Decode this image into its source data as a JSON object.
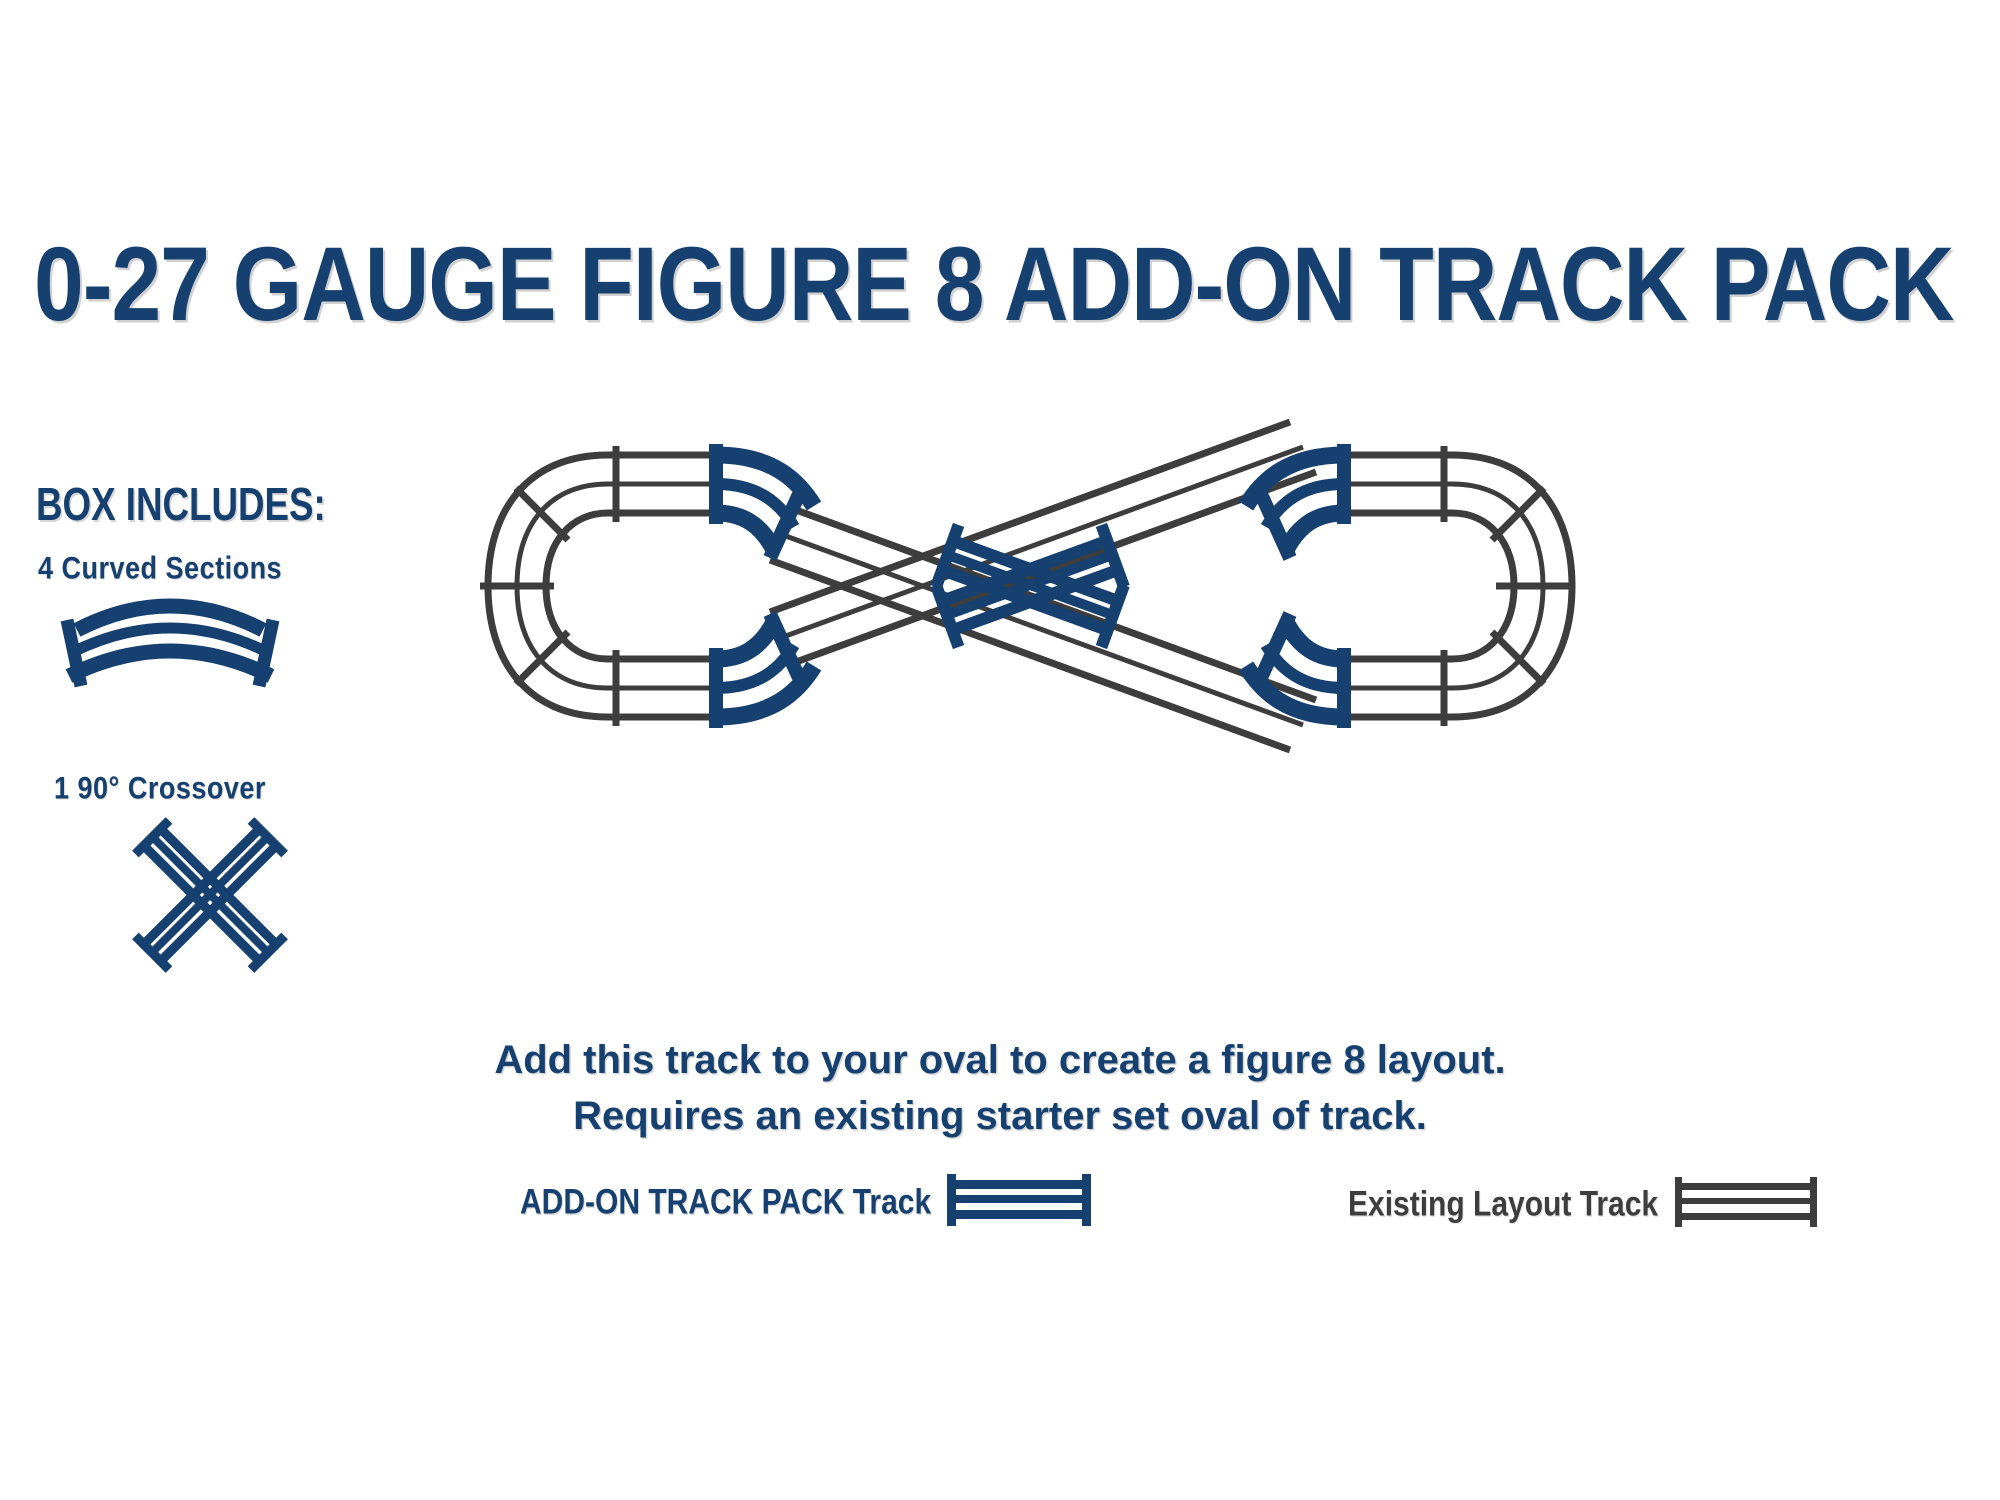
{
  "title": "0-27 GAUGE FIGURE 8 ADD-ON TRACK PACK",
  "sidebar": {
    "heading": "BOX INCLUDES:",
    "items": [
      {
        "label": "4 Curved Sections",
        "icon": "curved-track-section-icon"
      },
      {
        "label": "1 90° Crossover",
        "icon": "crossover-track-icon"
      }
    ]
  },
  "caption": {
    "line1": "Add this track to your oval to create a figure 8 layout.",
    "line2": "Requires an existing starter set oval of track."
  },
  "legend": {
    "addon": {
      "label": "ADD-ON TRACK PACK Track",
      "swatch": "blue-straight-track-swatch"
    },
    "existing": {
      "label": "Existing Layout Track",
      "swatch": "gray-straight-track-swatch"
    }
  },
  "colors": {
    "brand_blue": "#16406f",
    "track_blue": "#16406f",
    "track_gray": "#3d3d3d",
    "background": "#ffffff"
  },
  "diagram": {
    "name": "figure-8-track-layout",
    "description": "Figure 8 track plan: two loops joined at a 90 degree crossover",
    "addon_piece_count": 5,
    "addon_curved_count": 4,
    "addon_crossover_count": 1
  }
}
